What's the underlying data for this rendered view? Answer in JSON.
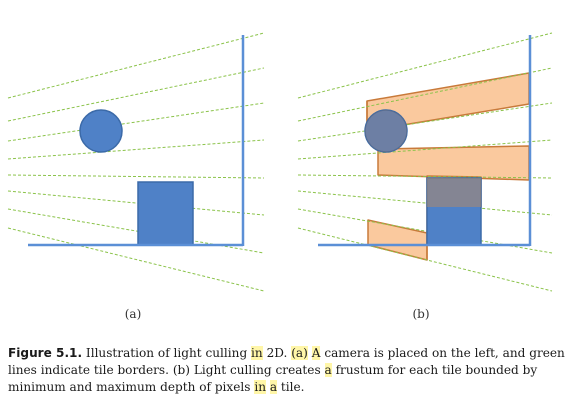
{
  "figure": {
    "panel_a_label": "(a)",
    "panel_b_label": "(b)",
    "colors": {
      "tile_border": "#8bc34a",
      "camera_axis": "#5b8fd6",
      "object_fill": "#4f81c7",
      "object_stroke": "#3b6aa8",
      "frustum_fill": "#f9c08d",
      "frustum_stroke": "#c87a3a"
    }
  },
  "caption": {
    "label": "Figure 5.1.",
    "s1": " Illustration of light culling ",
    "h1": "in",
    "s2": " 2D. ",
    "h2": "(a)",
    "s3": " ",
    "h3": "A",
    "s4": " camera is placed on the left, and green lines indicate tile borders. (b) Light culling creates ",
    "h4": "a",
    "s5": " frustum for each tile bounded by minimum and maximum depth of pixels ",
    "h5": "in",
    "s6": " ",
    "h6": "a",
    "s7": " tile."
  }
}
